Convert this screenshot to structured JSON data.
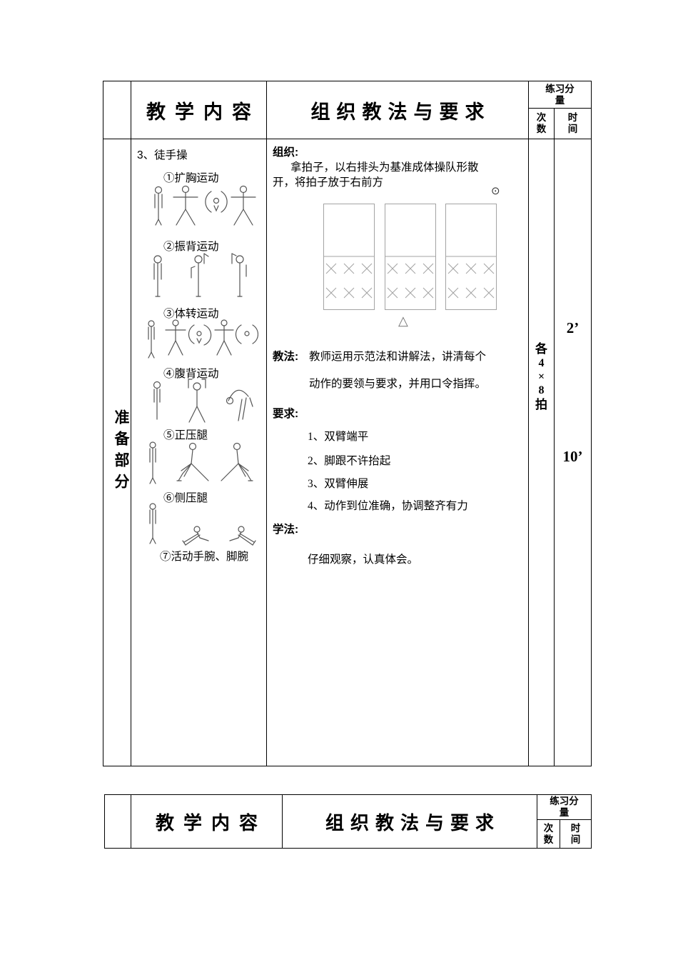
{
  "header": {
    "teaching_content": "教学内容",
    "organization_method": "组织教法与要求",
    "practice_load": "练习分量",
    "times": "次数",
    "time": "时间"
  },
  "section_label": "准备部分",
  "content": {
    "title": "3、徒手操",
    "exercises": [
      {
        "label": "①扩胸运动"
      },
      {
        "label": "②振背运动"
      },
      {
        "label": "③体转运动"
      },
      {
        "label": "④腹背运动"
      },
      {
        "label": "⑤正压腿"
      },
      {
        "label": "⑥侧压腿"
      },
      {
        "label": "⑦活动手腕、脚腕"
      }
    ]
  },
  "method": {
    "org_label": "组织:",
    "org_line1": "拿拍子，以右排头为基准成体操队形散",
    "org_line2": "开，将拍子放于右前方",
    "teacher_symbol": "⊙",
    "triangle_symbol": "△",
    "teach_label": "教法:",
    "teach_line1": "教师运用示范法和讲解法，讲清每个",
    "teach_line2": "动作的要领与要求，并用口令指挥。",
    "req_label": "要求:",
    "requirements": [
      {
        "num": "1、",
        "text": "双臂端平"
      },
      {
        "num": "2、",
        "text": "脚跟不许抬起"
      },
      {
        "num": "3、",
        "text": "双臂伸展"
      },
      {
        "num": "4、",
        "text": "动作到位准确，协调整齐有力"
      }
    ],
    "learn_label": "学法:",
    "learn_text": "仔细观察，认真体会。"
  },
  "load": {
    "times_chars": [
      "各",
      "4",
      "×",
      "8",
      "拍"
    ],
    "duration_1": "2’",
    "duration_2": "10’"
  }
}
